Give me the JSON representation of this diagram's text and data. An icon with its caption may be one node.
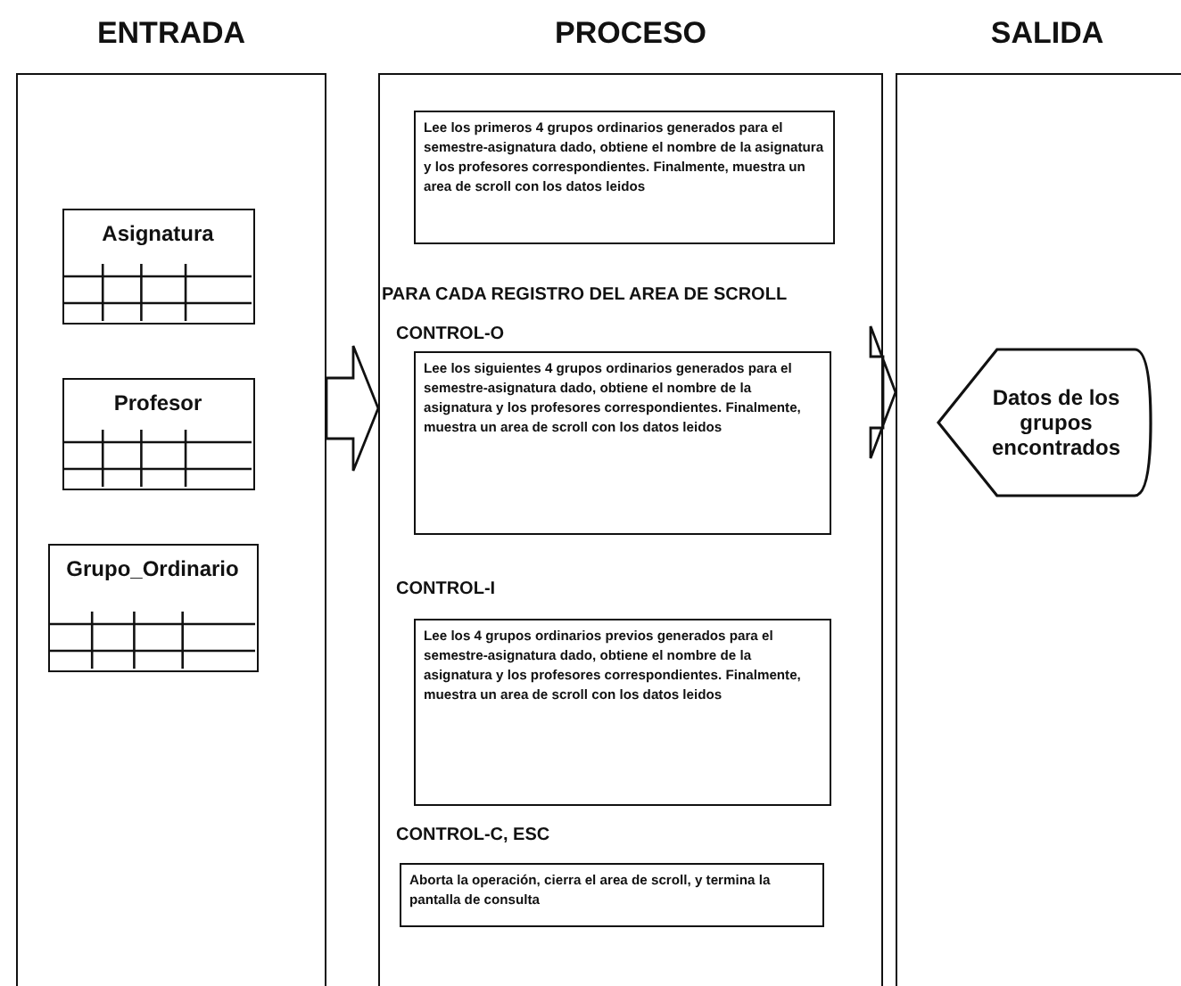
{
  "diagram": {
    "nodes": [
      {
        "text": [
          "ENTRADA"
        ]
      },
      {
        "text": [
          "Asignatura"
        ],
        "in": 0
      },
      {
        "text": [
          "Profesor"
        ],
        "in": 0
      },
      {
        "text": [
          "Grupo_Ordinario"
        ],
        "in": 0
      },
      {
        "text": [
          "PROCESO"
        ]
      },
      {
        "text": [
          "Lee los primeros 4 grupos ordinarios generados para el semestre-asignatura dado, obtiene el nombre de la asignatura y los profesores correspondientes. Finalmente, muestra un area de scroll con los datos leidos"
        ],
        "in": 4
      },
      {
        "text": [
          "Lee los siguientes 4 grupos ordinarios generados para el semestre-asignatura dado, obtiene el nombre de la asignatura y los profesores correspondientes. Finalmente, muestra un area de scroll con los datos leidos"
        ],
        "in": 4
      },
      {
        "text": [
          "Lee los 4 grupos ordinarios previos generados para el semestre-asignatura dado, obtiene el nombre de la asignatura y los profesores correspondientes. Finalmente, muestra un area de scroll con los datos leidos"
        ],
        "in": 4
      },
      {
        "text": [
          "Aborta la operación, cierra el area de scroll, y termina la pantalla de consulta"
        ],
        "in": 4
      },
      {
        "text": [
          "SALIDA"
        ]
      },
      {
        "text": [
          "Datos de los grupos encontrados"
        ],
        "in": 9
      }
    ],
    "edges": [
      {
        "from": 0,
        "to": 4,
        "arrow": "to"
      },
      {
        "from": 4,
        "to": 9,
        "arrow": "to"
      }
    ],
    "labels": [
      "PARA CADA REGISTRO DEL AREA DE SCROLL",
      "CONTROL-O",
      "CONTROL-I",
      "CONTROL-C, ESC"
    ]
  }
}
